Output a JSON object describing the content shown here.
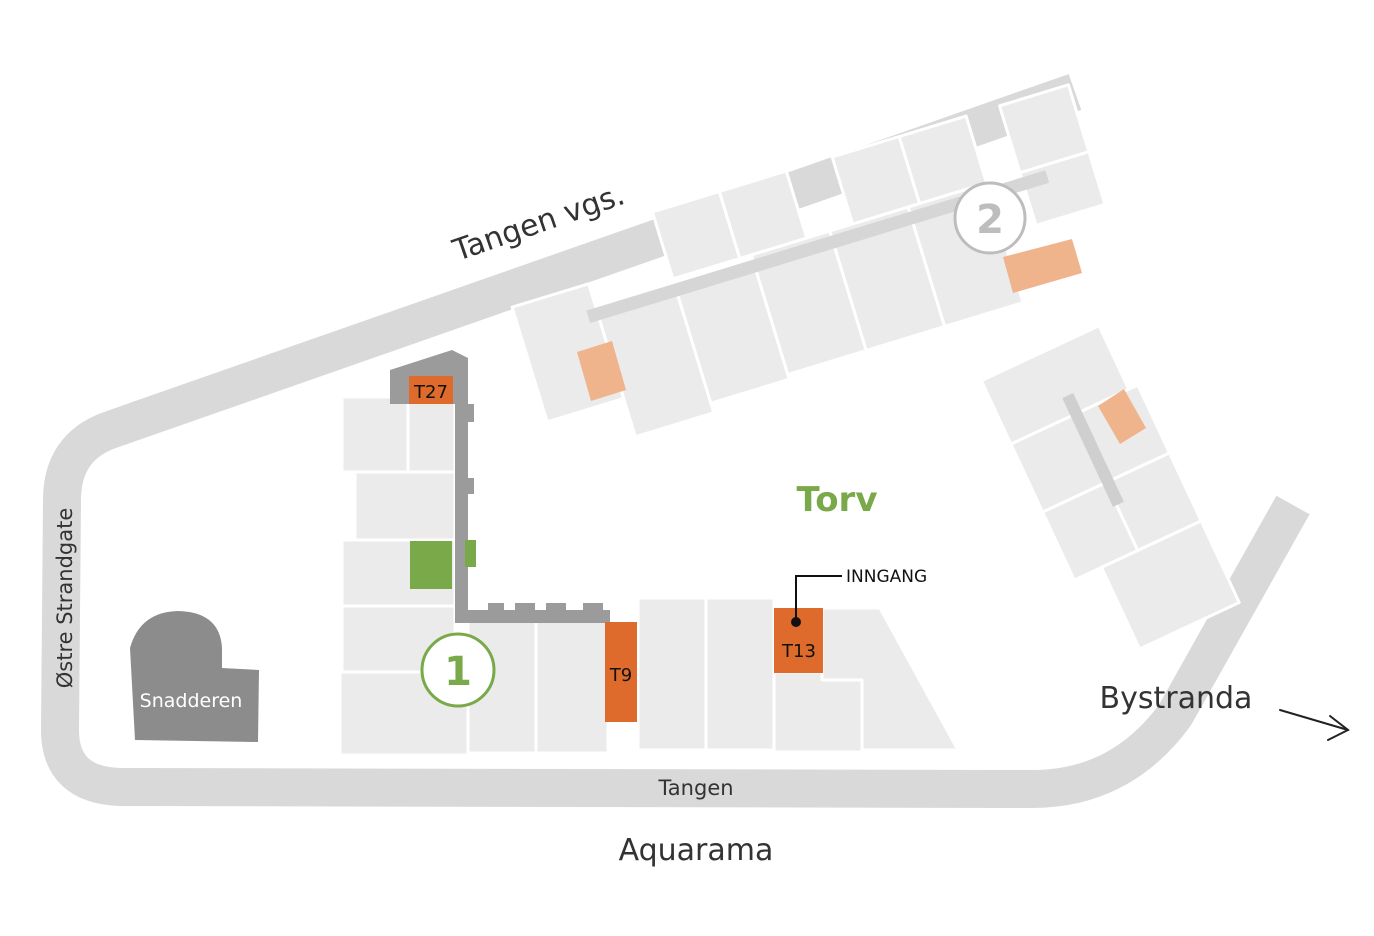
{
  "labels": {
    "tangen_vgs": "Tangen vgs.",
    "ostre_strandgate": "Østre Strandgate",
    "tangen": "Tangen",
    "aquarama": "Aquarama",
    "bystranda": "Bystranda",
    "torv": "Torv",
    "snadderen": "Snadderen",
    "inngang": "INNGANG"
  },
  "units": {
    "t27": "T27",
    "t9": "T9",
    "t13": "T13"
  },
  "markers": {
    "m1": "1",
    "m2": "2"
  },
  "icons": {
    "direction_arrow": "arrow-right-icon",
    "entrance_dot": "dot-icon"
  },
  "colors": {
    "road": "#d9d9d9",
    "building": "#ebebeb",
    "walkway": "#9b9b9b",
    "unit_highlight": "#de6a2b",
    "unit_light": "#f0b48c",
    "green": "#79a948",
    "marker2": "#bdbdbd",
    "snadderen": "#8c8c8c",
    "text": "#333333"
  }
}
